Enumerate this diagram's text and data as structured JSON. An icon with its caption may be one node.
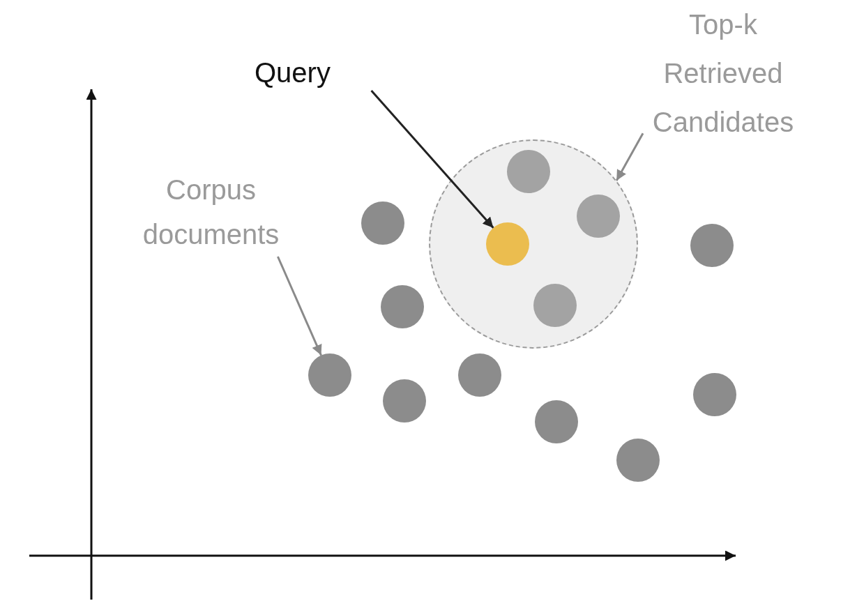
{
  "diagram": {
    "nodes": [
      {
        "text": [
          "Query"
        ]
      },
      {
        "text": [
          "Top-k Retrieved Candidates"
        ]
      },
      {
        "text": [
          "Corpus documents"
        ]
      },
      {
        "text": [],
        "shape": "circle"
      },
      {
        "text": [],
        "shape": "circle",
        "in": 3
      },
      {
        "text": [],
        "shape": "circle",
        "in": 3
      },
      {
        "text": [],
        "shape": "circle",
        "in": 3
      },
      {
        "text": [],
        "shape": "circle",
        "in": 3
      },
      {
        "text": [],
        "shape": "circle"
      },
      {
        "text": [],
        "shape": "circle"
      },
      {
        "text": [],
        "shape": "circle"
      },
      {
        "text": [],
        "shape": "circle"
      },
      {
        "text": [],
        "shape": "circle"
      },
      {
        "text": [],
        "shape": "circle"
      },
      {
        "text": [],
        "shape": "circle"
      },
      {
        "text": [],
        "shape": "circle"
      },
      {
        "text": [],
        "shape": "circle"
      }
    ],
    "edges": [
      {
        "from": 0,
        "to": 6,
        "arrow": "to",
        "color": "#222222"
      },
      {
        "from": 1,
        "to": 3,
        "arrow": "to"
      },
      {
        "from": 2,
        "to": 11,
        "arrow": "to"
      }
    ]
  }
}
